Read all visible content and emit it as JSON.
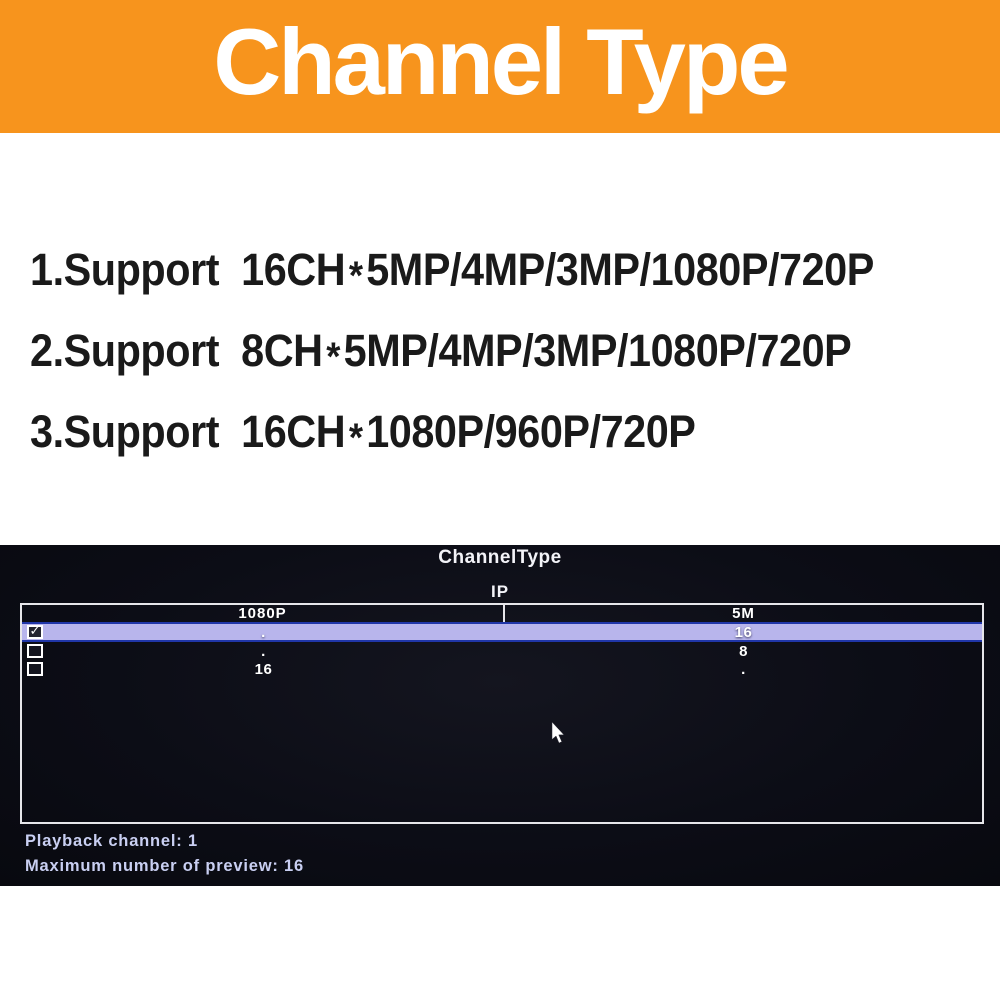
{
  "banner": {
    "title": "Channel Type"
  },
  "features": [
    {
      "num": "1.Support",
      "ch": "16CH",
      "star": "*",
      "formats": "5MP/4MP/3MP/1080P/720P"
    },
    {
      "num": "2.Support",
      "ch": "8CH",
      "star": "*",
      "formats": "5MP/4MP/3MP/1080P/720P"
    },
    {
      "num": "3.Support",
      "ch": "16CH",
      "star": "*",
      "formats": "1080P/960P/720P"
    }
  ],
  "dvr": {
    "title": "ChannelType",
    "group_label": "IP",
    "table": {
      "columns": [
        "1080P",
        "5M"
      ],
      "rows": [
        {
          "selected": true,
          "check": "✓",
          "c1080p": ".",
          "c5m": "16"
        },
        {
          "selected": false,
          "check": "",
          "c1080p": ".",
          "c5m": "8"
        },
        {
          "selected": false,
          "check": "",
          "c1080p": "16",
          "c5m": "."
        }
      ]
    },
    "footer": [
      "Playback channel: 1",
      "Maximum number of preview: 16"
    ]
  },
  "colors": {
    "banner_bg": "#F7941D",
    "screen_bg": "#0C0D16",
    "highlight_row": "#B8B5EC",
    "row_border_blue": "#2036A8",
    "table_border": "#E6E6EA",
    "footer_text": "#C9CFF2"
  }
}
